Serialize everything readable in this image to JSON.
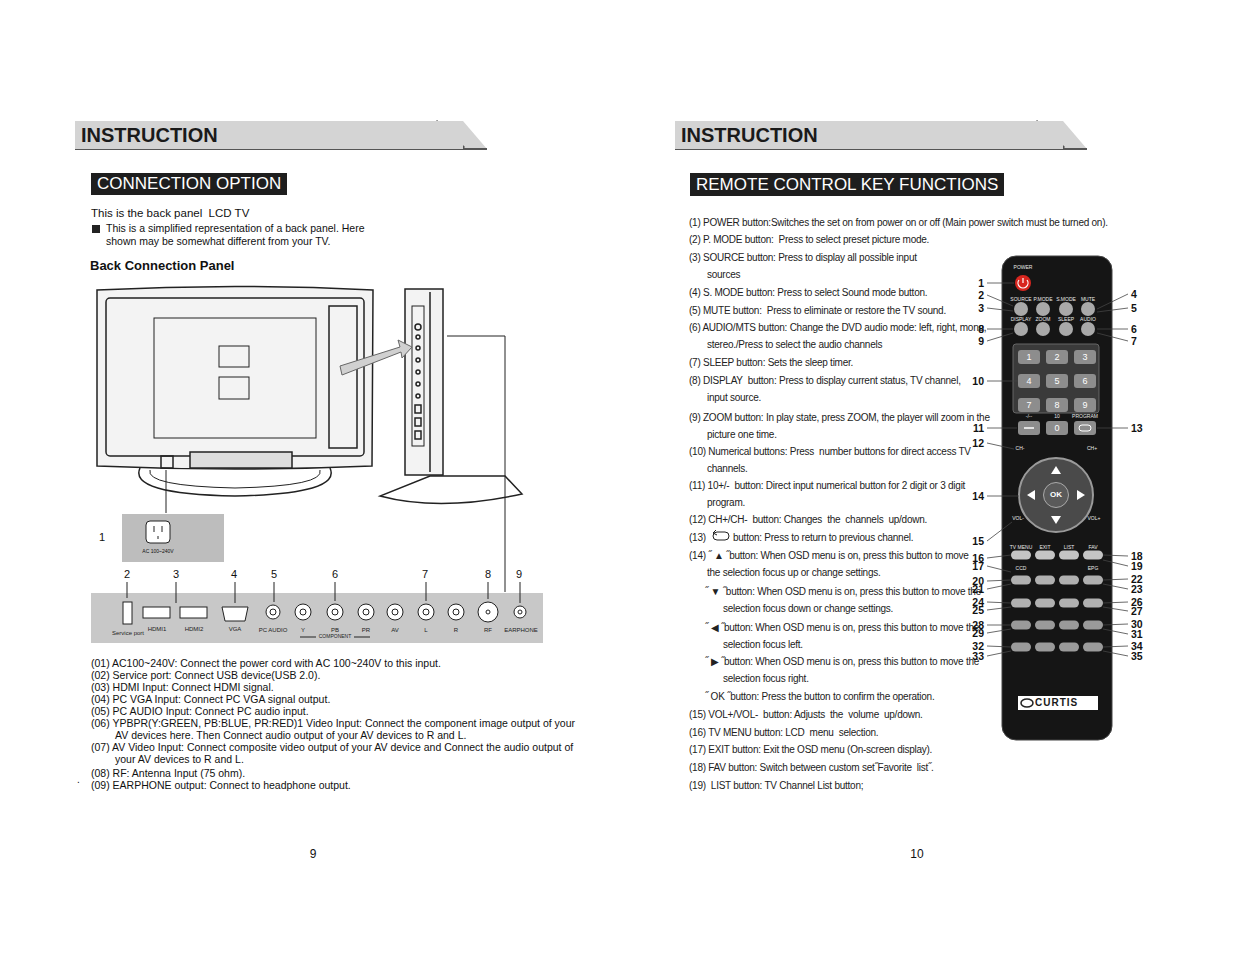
{
  "diagram": {
    "nodes": [
      {
        "text": [
          "INSTRUCTION"
        ]
      },
      {
        "text": [
          "CONNECTION OPTION"
        ]
      },
      {
        "text": [
          "INSTRUCTION"
        ]
      },
      {
        "text": [
          "REMOTE CONTROL KEY FUNCTIONS"
        ]
      },
      {
        "text": [
          "1"
        ]
      },
      {
        "text": [
          "2"
        ]
      },
      {
        "text": [
          "3"
        ]
      },
      {
        "text": [
          "4"
        ]
      },
      {
        "text": [
          "5"
        ]
      },
      {
        "text": [
          "6"
        ]
      },
      {
        "text": [
          "7"
        ]
      },
      {
        "text": [
          "8"
        ]
      },
      {
        "text": [
          "9"
        ]
      },
      {
        "text": [
          "0"
        ]
      },
      {
        "text": [
          "OK"
        ]
      },
      {
        "text": [
          "CURTIS"
        ]
      }
    ],
    "labels": [
      "This is the back panel  LCD TV",
      "This is a simplified representation of a back panel. Here shown may be somewhat different from your TV.",
      "Back Connection Panel",
      "1",
      "2",
      "3",
      "4",
      "5",
      "6",
      "7",
      "8",
      "9",
      "AC 100~240V",
      "Service port",
      "HDMI1",
      "HDMI2",
      "VGA",
      "PC AUDIO",
      "Y",
      "PB",
      "PR",
      "COMPONENT",
      "AV",
      "L",
      "R",
      "RF",
      "EARPHONE",
      "(01) AC100~240V: Connect the power cord with AC 100~240V to this input.",
      "(02) Service port: Connect USB device(USB 2.0).",
      "(03) HDMI Input: Connect HDMI signal.",
      "(04) PC VGA Input: Connect PC VGA signal output.",
      "(05) PC AUDIO Input: Connect PC audio input.",
      "(06) YPBPR(Y:GREEN, PB:BLUE, PR:RED)1 Video Input: Connect the component image output of your AV devices here. Then Connect audio output of your AV devices to R and L.",
      "(07) AV Video Input: Connect composite video output of your AV device and Connect the audio output of your AV devices to R and L.",
      "(08) RF: Antenna Input (75 ohm).",
      "(09) EARPHONE output: Connect to headphone output.",
      ".",
      "9",
      "(1) POWER button:Switches the set on from power on or off (Main power switch must be turned on).",
      "(2) P. MODE button:  Press to select preset picture mode.",
      "(3) SOURCE button: Press to display all possible input sources",
      "(4) S. MODE button: Press to select Sound mode button.",
      "(5) MUTE button:  Press to eliminate or restore the TV sound.",
      "(6) AUDIO/MTS button: Change the DVD audio mode: left, right, mono, stereo./Press to select the audio channels",
      "(7) SLEEP button: Sets the sleep timer.",
      "(8) DISPLAY  button: Press to display current status, TV channel, input source.",
      "(9) ZOOM button: In play state, press ZOOM, the player will zoom in the picture one time.",
      "(10) Numerical buttons: Press  number buttons for direct access TV channels.",
      "(11) 10+/-  button: Direct input numerical button for 2 digit or 3 digit program.",
      "(12) CH+/CH-  button: Changes  the  channels  up/down.",
      "(13)",
      "button: Press to return to previous channel.",
      "(14) ˝ ▲ ˝button: When OSD menu is on, press this button to move the selection focus up or change settings.",
      "˝ ▼ ˝button: When OSD menu is on, press this button to move the selection focus down or change settings.",
      "˝ ◀ ˝button: When OSD menu is on, press this button to move the selection focus left.",
      "˝ ▶ ˝button: When OSD menu is on, press this button to move the selection focus right.",
      "˝ OK ˝button: Press the button to confirm the operation.",
      "(15) VOL+/VOL-  button: Adjusts  the  volume  up/down.",
      "(16) TV MENU button: LCD  menu  selection.",
      "(17) EXIT button: Exit the OSD menu (On-screen display).",
      "(18) FAV button: Switch between custom set˝Favorite  list˝.",
      "(19)  LIST button: TV Channel List button;",
      "10",
      "1",
      "2",
      "3",
      "8",
      "9",
      "10",
      "11",
      "12",
      "14",
      "15",
      "16",
      "17",
      "20",
      "21",
      "24",
      "25",
      "28",
      "29",
      "32",
      "33",
      "4",
      "5",
      "6",
      "7",
      "13",
      "18",
      "19",
      "22",
      "23",
      "26",
      "27",
      "30",
      "31",
      "34",
      "35",
      "POWER",
      "SOURCE",
      "P.MODE",
      "S.MODE",
      "MUTE",
      "DISPLAY",
      "ZOOM",
      "SLEEP",
      "AUDIO",
      "-/--",
      "10",
      "PROGRAM",
      "CH-",
      "CH+",
      "VOL-",
      "VOL+",
      "TV MENU",
      "EXIT",
      "LIST",
      "FAV",
      "CCD",
      "EPG"
    ]
  }
}
